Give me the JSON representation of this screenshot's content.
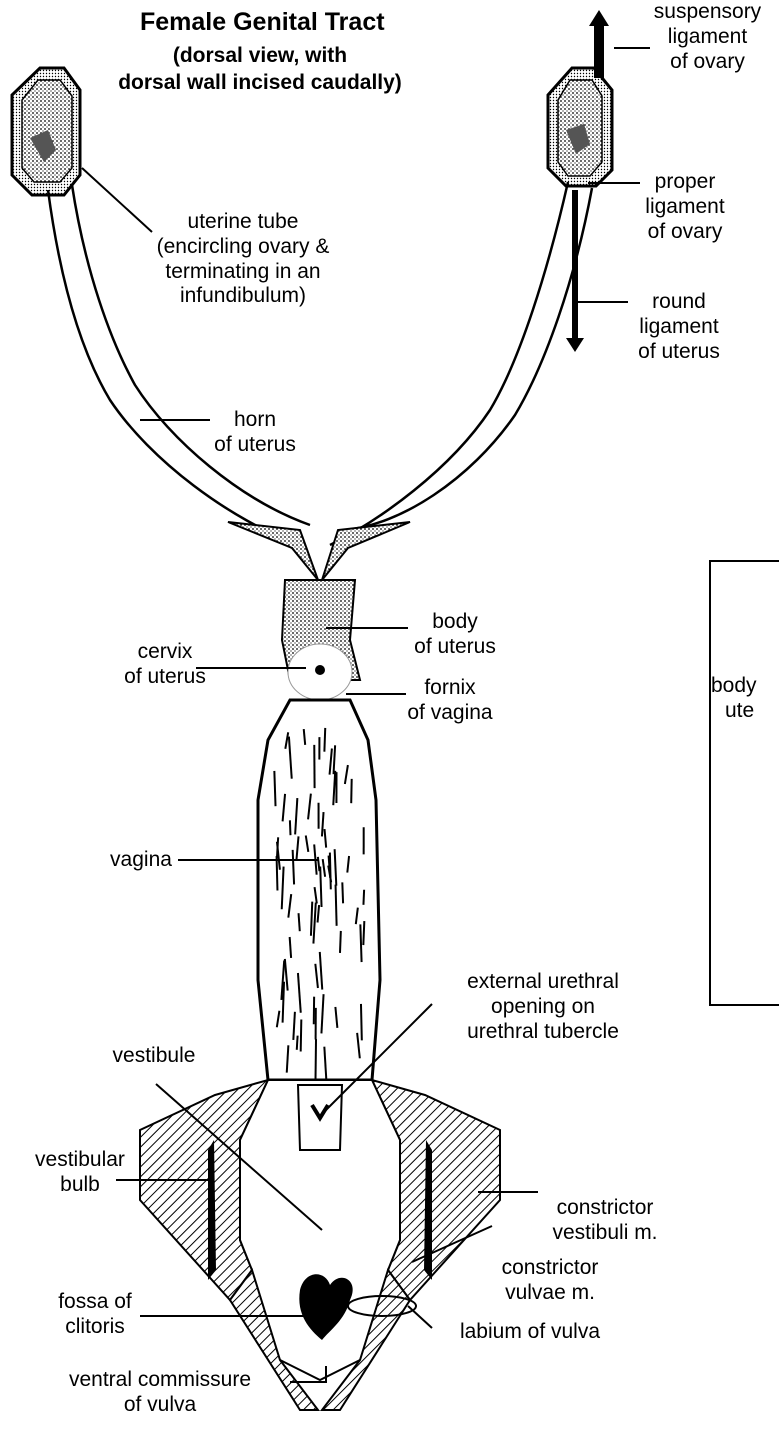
{
  "title": "Female Genital Tract",
  "subtitle": [
    "(dorsal view, with",
    "dorsal wall incised caudally)"
  ],
  "labels": {
    "suspensory": [
      "suspensory",
      "ligament",
      "of ovary"
    ],
    "proper": [
      "proper",
      "ligament",
      "of ovary"
    ],
    "round": [
      "round",
      "ligament",
      "of uterus"
    ],
    "tube": [
      "uterine tube",
      "(encircling ovary  &",
      "terminating in an",
      "infundibulum)"
    ],
    "horn": [
      "horn",
      "of uterus"
    ],
    "body": [
      "body",
      "of uterus"
    ],
    "cervix": [
      "cervix",
      "of uterus"
    ],
    "fornix": [
      "fornix",
      "of vagina"
    ],
    "vagina": "vagina",
    "urethral": [
      "external urethral",
      "opening on",
      "urethral tubercle"
    ],
    "vestibule": "vestibule",
    "bulb": [
      "vestibular",
      "bulb"
    ],
    "cvestibuli": [
      "constrictor",
      "vestibuli m."
    ],
    "cvulvae": [
      "constrictor",
      "vulvae m."
    ],
    "fossa": [
      "fossa of",
      "clitoris"
    ],
    "labium": "labium of vulva",
    "commissure": [
      "ventral commissure",
      "of vulva"
    ]
  },
  "inset": {
    "lines": [
      "body",
      "ute"
    ]
  }
}
